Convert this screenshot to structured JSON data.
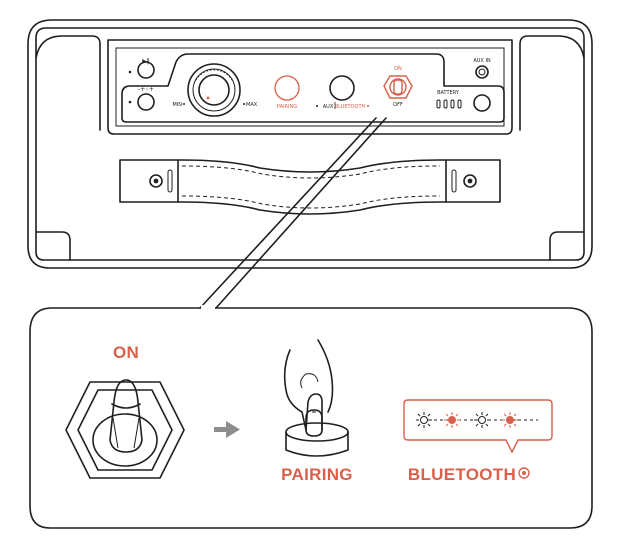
{
  "speaker_panel": {
    "aux_in_label": "AUX IN",
    "battery_label": "BATTERY",
    "pairing_label": "PAIRING",
    "aux_label": "AUX",
    "bluetooth_label": "BLUETOOTH",
    "on_label": "ON",
    "off_label": "OFF",
    "min_label": "MIN",
    "max_label": "MAX"
  },
  "callout": {
    "on_label": "ON",
    "pairing_label": "PAIRING",
    "bluetooth_label": "BLUETOOTH"
  },
  "colors": {
    "accent": "#d9604a",
    "line": "#1f1f1f",
    "background": "#ffffff"
  },
  "icons": [
    "play-pause-icon",
    "volume-plus-minus-icon",
    "arrow-right-icon",
    "pressing-hand-icon",
    "blink-star-icon",
    "toggle-switch-icon"
  ]
}
